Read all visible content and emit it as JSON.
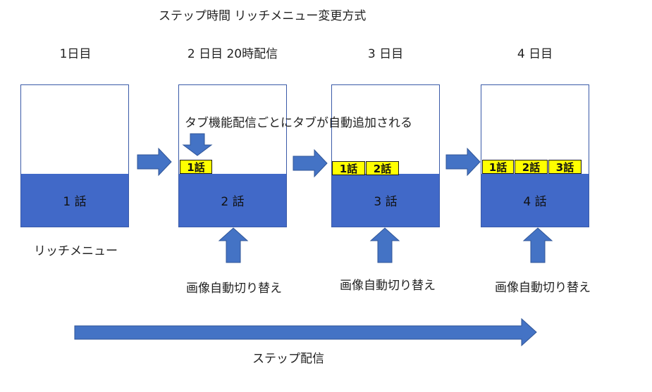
{
  "title": "ステップ時間 リッチメニュー変更方式",
  "days": [
    {
      "label": "1日目",
      "menu_label": "1 話",
      "tabs": []
    },
    {
      "label": "2 日目 20時配信",
      "menu_label": "2 話",
      "tabs": [
        "1話"
      ]
    },
    {
      "label": "3 日目",
      "menu_label": "3 話",
      "tabs": [
        "1話",
        "2話"
      ]
    },
    {
      "label": "4 日目",
      "menu_label": "4 話",
      "tabs": [
        "1話",
        "2話",
        "3話"
      ]
    }
  ],
  "richmenu_label": "リッチメニュー",
  "tab_note": "タブ機能配信ごとにタブが自動追加される",
  "auto_switch_labels": [
    "画像自動切り替え",
    "画像自動切り替え",
    "画像自動切り替え"
  ],
  "step_label": "ステップ配信",
  "colors": {
    "menu": "#4169c8",
    "tab": "#ffff00",
    "arrow": "#4473c5"
  }
}
